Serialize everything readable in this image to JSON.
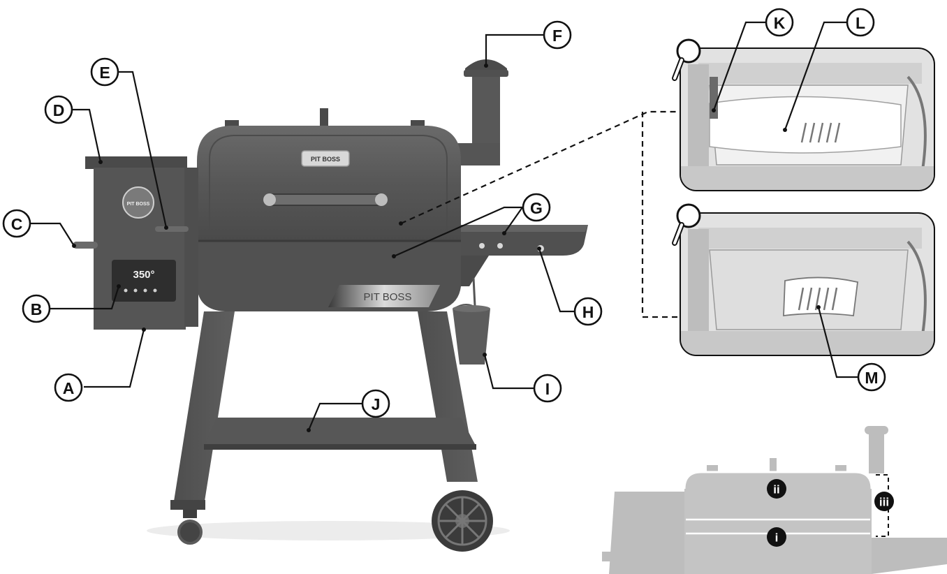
{
  "grill": {
    "brand_lid": "PIT BOSS",
    "brand_front": "PIT BOSS",
    "brand_hopper": "PIT BOSS",
    "controller_display": "350°"
  },
  "callouts": [
    {
      "id": "A",
      "label": "A"
    },
    {
      "id": "B",
      "label": "B"
    },
    {
      "id": "C",
      "label": "C"
    },
    {
      "id": "D",
      "label": "D"
    },
    {
      "id": "E",
      "label": "E"
    },
    {
      "id": "F",
      "label": "F"
    },
    {
      "id": "G",
      "label": "G"
    },
    {
      "id": "H",
      "label": "H"
    },
    {
      "id": "I",
      "label": "I"
    },
    {
      "id": "J",
      "label": "J"
    },
    {
      "id": "K",
      "label": "K"
    },
    {
      "id": "L",
      "label": "L"
    },
    {
      "id": "M",
      "label": "M"
    }
  ],
  "rack_levels": [
    {
      "id": "i",
      "label": "i"
    },
    {
      "id": "ii",
      "label": "ii"
    },
    {
      "id": "iii",
      "label": "iii"
    }
  ],
  "colors": {
    "grill_body": "#5a5a5a",
    "grill_dark": "#3f3f3f",
    "inset_bg": "#e8e8e8",
    "silhouette": "#bdbdbd",
    "outline": "#111111"
  }
}
